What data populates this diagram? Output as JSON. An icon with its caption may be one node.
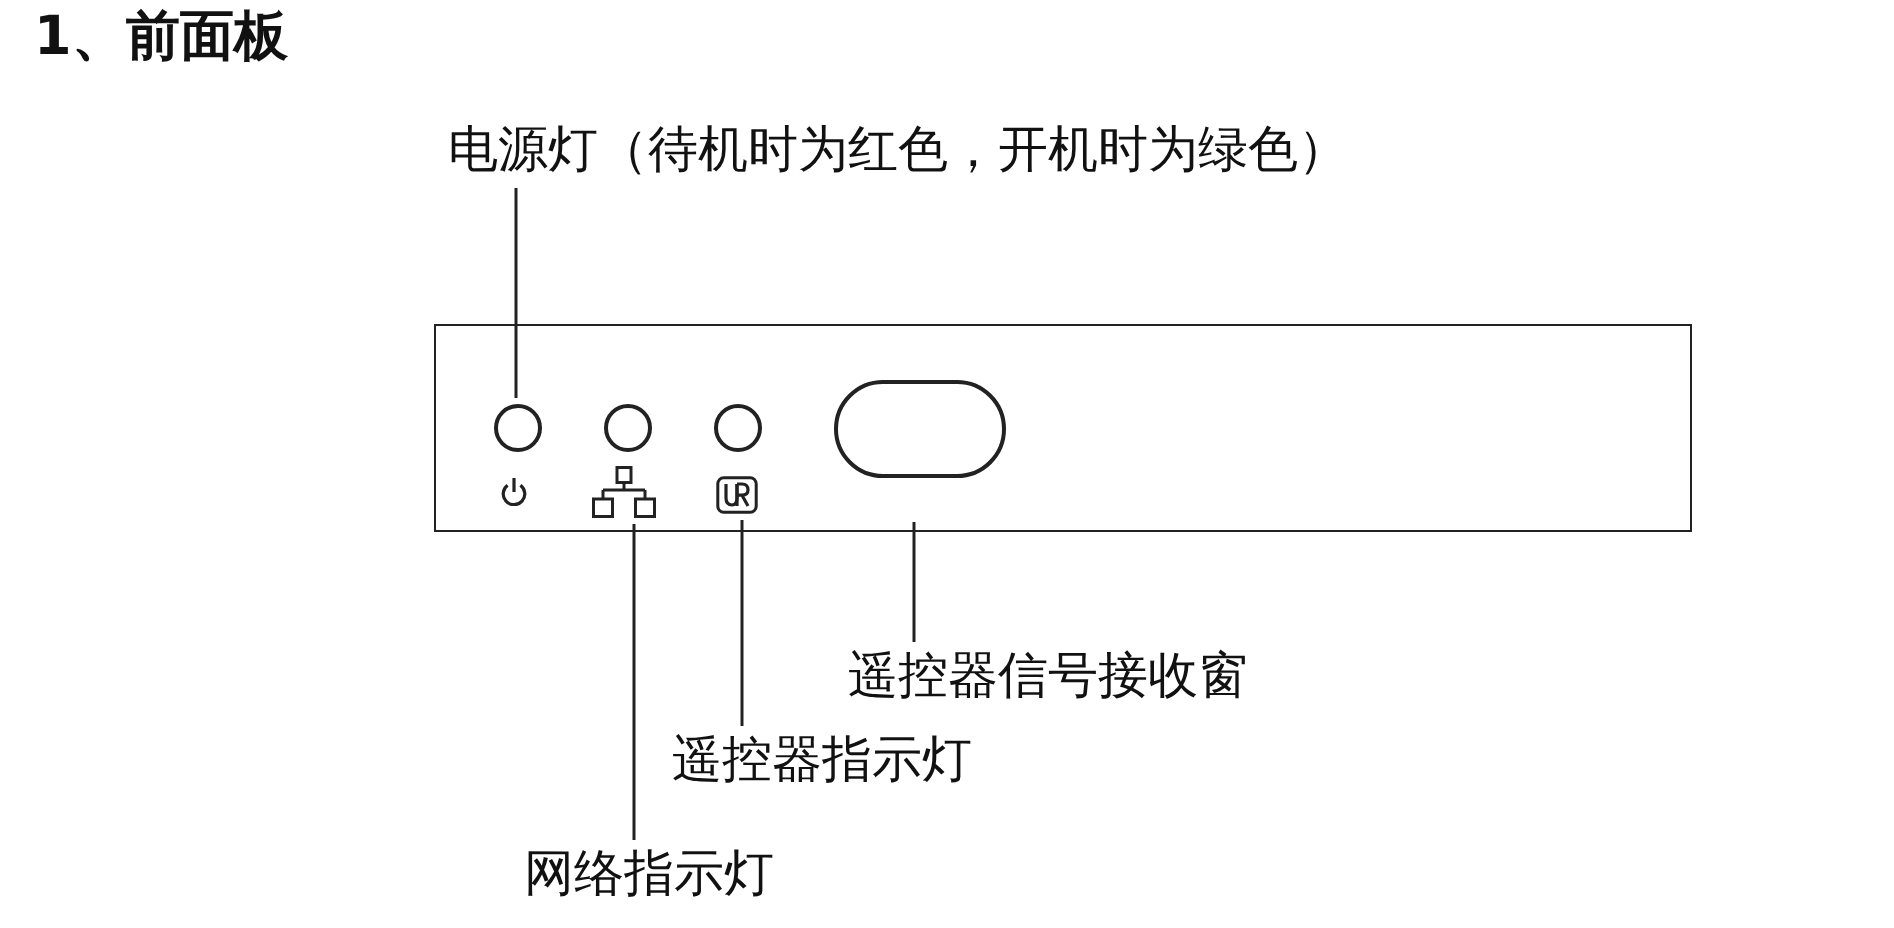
{
  "diagram": {
    "title": "1、前面板",
    "nodes": [
      {
        "text": [
          "电源灯（待机时为红色，开机时为绿色）"
        ]
      },
      {
        "text": [],
        "shape": "box"
      },
      {
        "text": [],
        "shape": "circle",
        "in": 1
      },
      {
        "text": [],
        "shape": "circle",
        "in": 1
      },
      {
        "text": [],
        "shape": "circle",
        "in": 1
      },
      {
        "text": [],
        "shape": "oval",
        "in": 1
      },
      {
        "text": [],
        "shape": "picture",
        "in": 1
      },
      {
        "text": [],
        "shape": "picture",
        "in": 1
      },
      {
        "text": [
          "遥控器信号接收窗"
        ]
      },
      {
        "text": [
          "遥控器指示灯"
        ]
      },
      {
        "text": [
          "网络指示灯"
        ]
      }
    ],
    "edges": [
      {
        "from": 0,
        "to": 2,
        "arrow": "none"
      },
      {
        "from": 8,
        "to": 5,
        "arrow": "none"
      },
      {
        "from": 9,
        "to": 7,
        "arrow": "none"
      },
      {
        "from": 10,
        "to": 6,
        "arrow": "none"
      }
    ]
  }
}
